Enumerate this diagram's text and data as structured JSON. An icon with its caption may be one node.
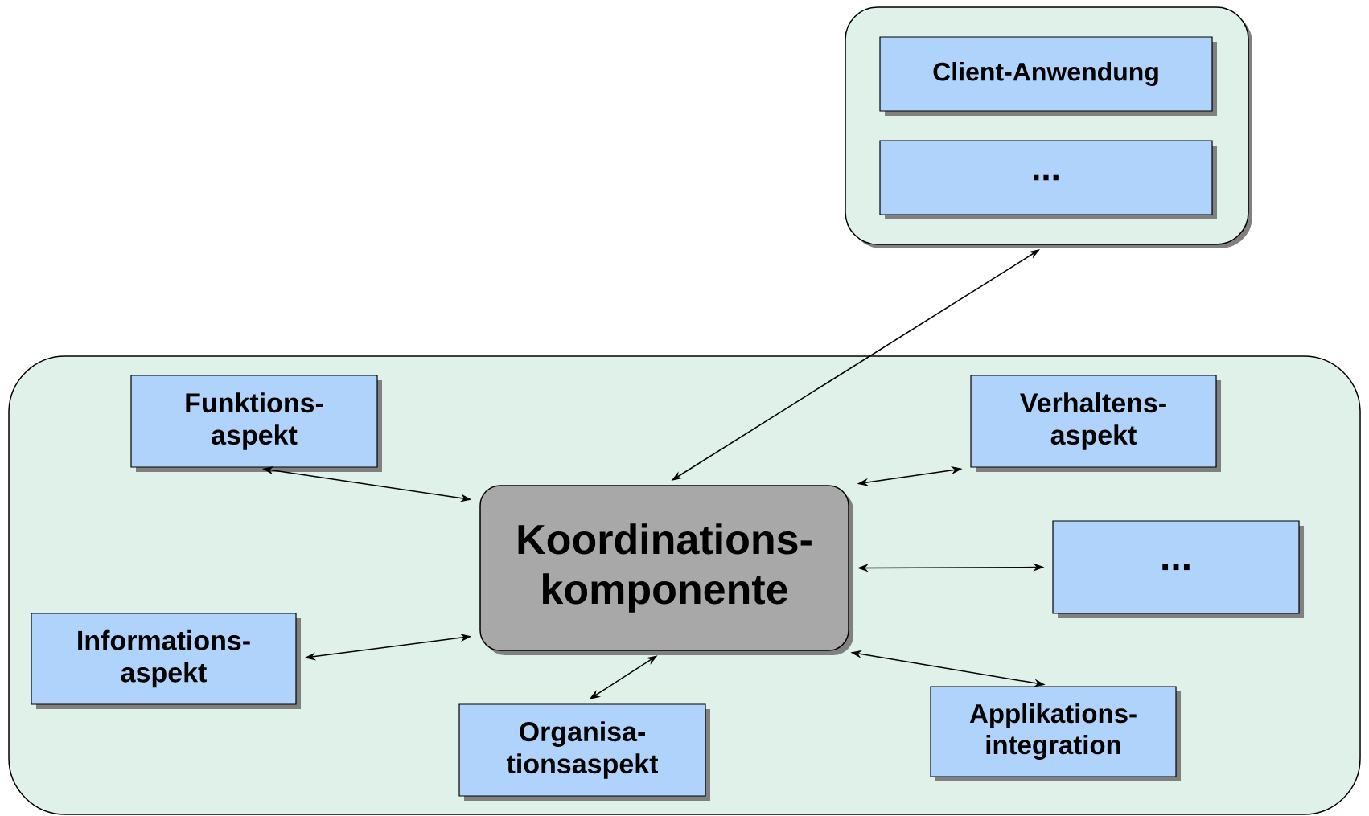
{
  "diagram": {
    "nodes": [
      {
        "text": [],
        "shape": "box"
      },
      {
        "text": [
          "Client-Anwendung"
        ],
        "in": 0
      },
      {
        "text": [
          "..."
        ],
        "in": 0
      },
      {
        "text": [],
        "shape": "box"
      },
      {
        "text": [
          "Funktions- aspekt"
        ],
        "in": 3
      },
      {
        "text": [
          "Verhaltens- aspekt"
        ],
        "in": 3
      },
      {
        "text": [
          "Koordinations- komponente"
        ],
        "in": 3
      },
      {
        "text": [
          "..."
        ],
        "in": 3
      },
      {
        "text": [
          "Informations- aspekt"
        ],
        "in": 3
      },
      {
        "text": [
          "Organisa- tionsaspekt"
        ],
        "in": 3
      },
      {
        "text": [
          "Applikations- integration"
        ],
        "in": 3
      }
    ],
    "edges": [
      {
        "from": 6,
        "to": 0,
        "arrow": "both"
      },
      {
        "from": 6,
        "to": 4,
        "arrow": "both"
      },
      {
        "from": 6,
        "to": 5,
        "arrow": "both"
      },
      {
        "from": 6,
        "to": 7,
        "arrow": "both"
      },
      {
        "from": 6,
        "to": 8,
        "arrow": "both"
      },
      {
        "from": 6,
        "to": 9,
        "arrow": "both"
      },
      {
        "from": 6,
        "to": 10,
        "arrow": "both"
      }
    ]
  }
}
